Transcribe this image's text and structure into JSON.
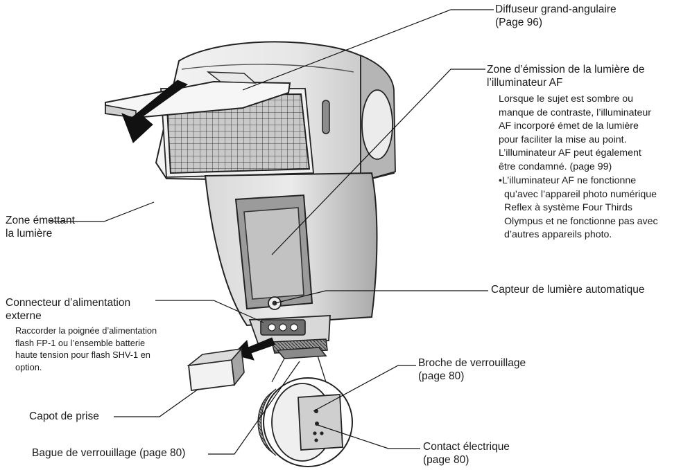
{
  "labels": {
    "diffuseur": {
      "line1": "Diffuseur grand-angulaire",
      "line2": "(Page 96)"
    },
    "zone_af": {
      "title1": "Zone d’émission de la lumière de",
      "title2": "l’illuminateur AF",
      "desc": [
        "Lorsque le sujet est sombre ou",
        "manque de contraste, l’illuminateur",
        "AF incorporé émet de la lumière",
        "pour faciliter la mise au point.",
        "L’illuminateur AF peut également",
        "être condamné. (page 99)"
      ],
      "note": [
        "•L’illuminateur AF ne fonctionne",
        "qu’avec l’appareil photo numérique",
        "Reflex à système Four Thirds",
        "Olympus et ne fonctionne pas avec",
        "d’autres appareils photo."
      ]
    },
    "zone_emettant": {
      "line1": "Zone émettant",
      "line2": "la lumière"
    },
    "capteur": "Capteur de lumière automatique",
    "connecteur": {
      "line1": "Connecteur d’alimentation",
      "line2": "externe",
      "desc": [
        "Raccorder la poignée d’alimentation",
        "flash FP-1 ou l’ensemble batterie",
        "haute tension pour flash SHV-1 en",
        "option."
      ]
    },
    "broche": {
      "line1": "Broche de verrouillage",
      "line2": "(page 80)"
    },
    "capot": "Capot de prise",
    "contact": {
      "line1": "Contact électrique",
      "line2": "(page 80)"
    },
    "bague": "Bague de verrouillage (page 80)"
  }
}
